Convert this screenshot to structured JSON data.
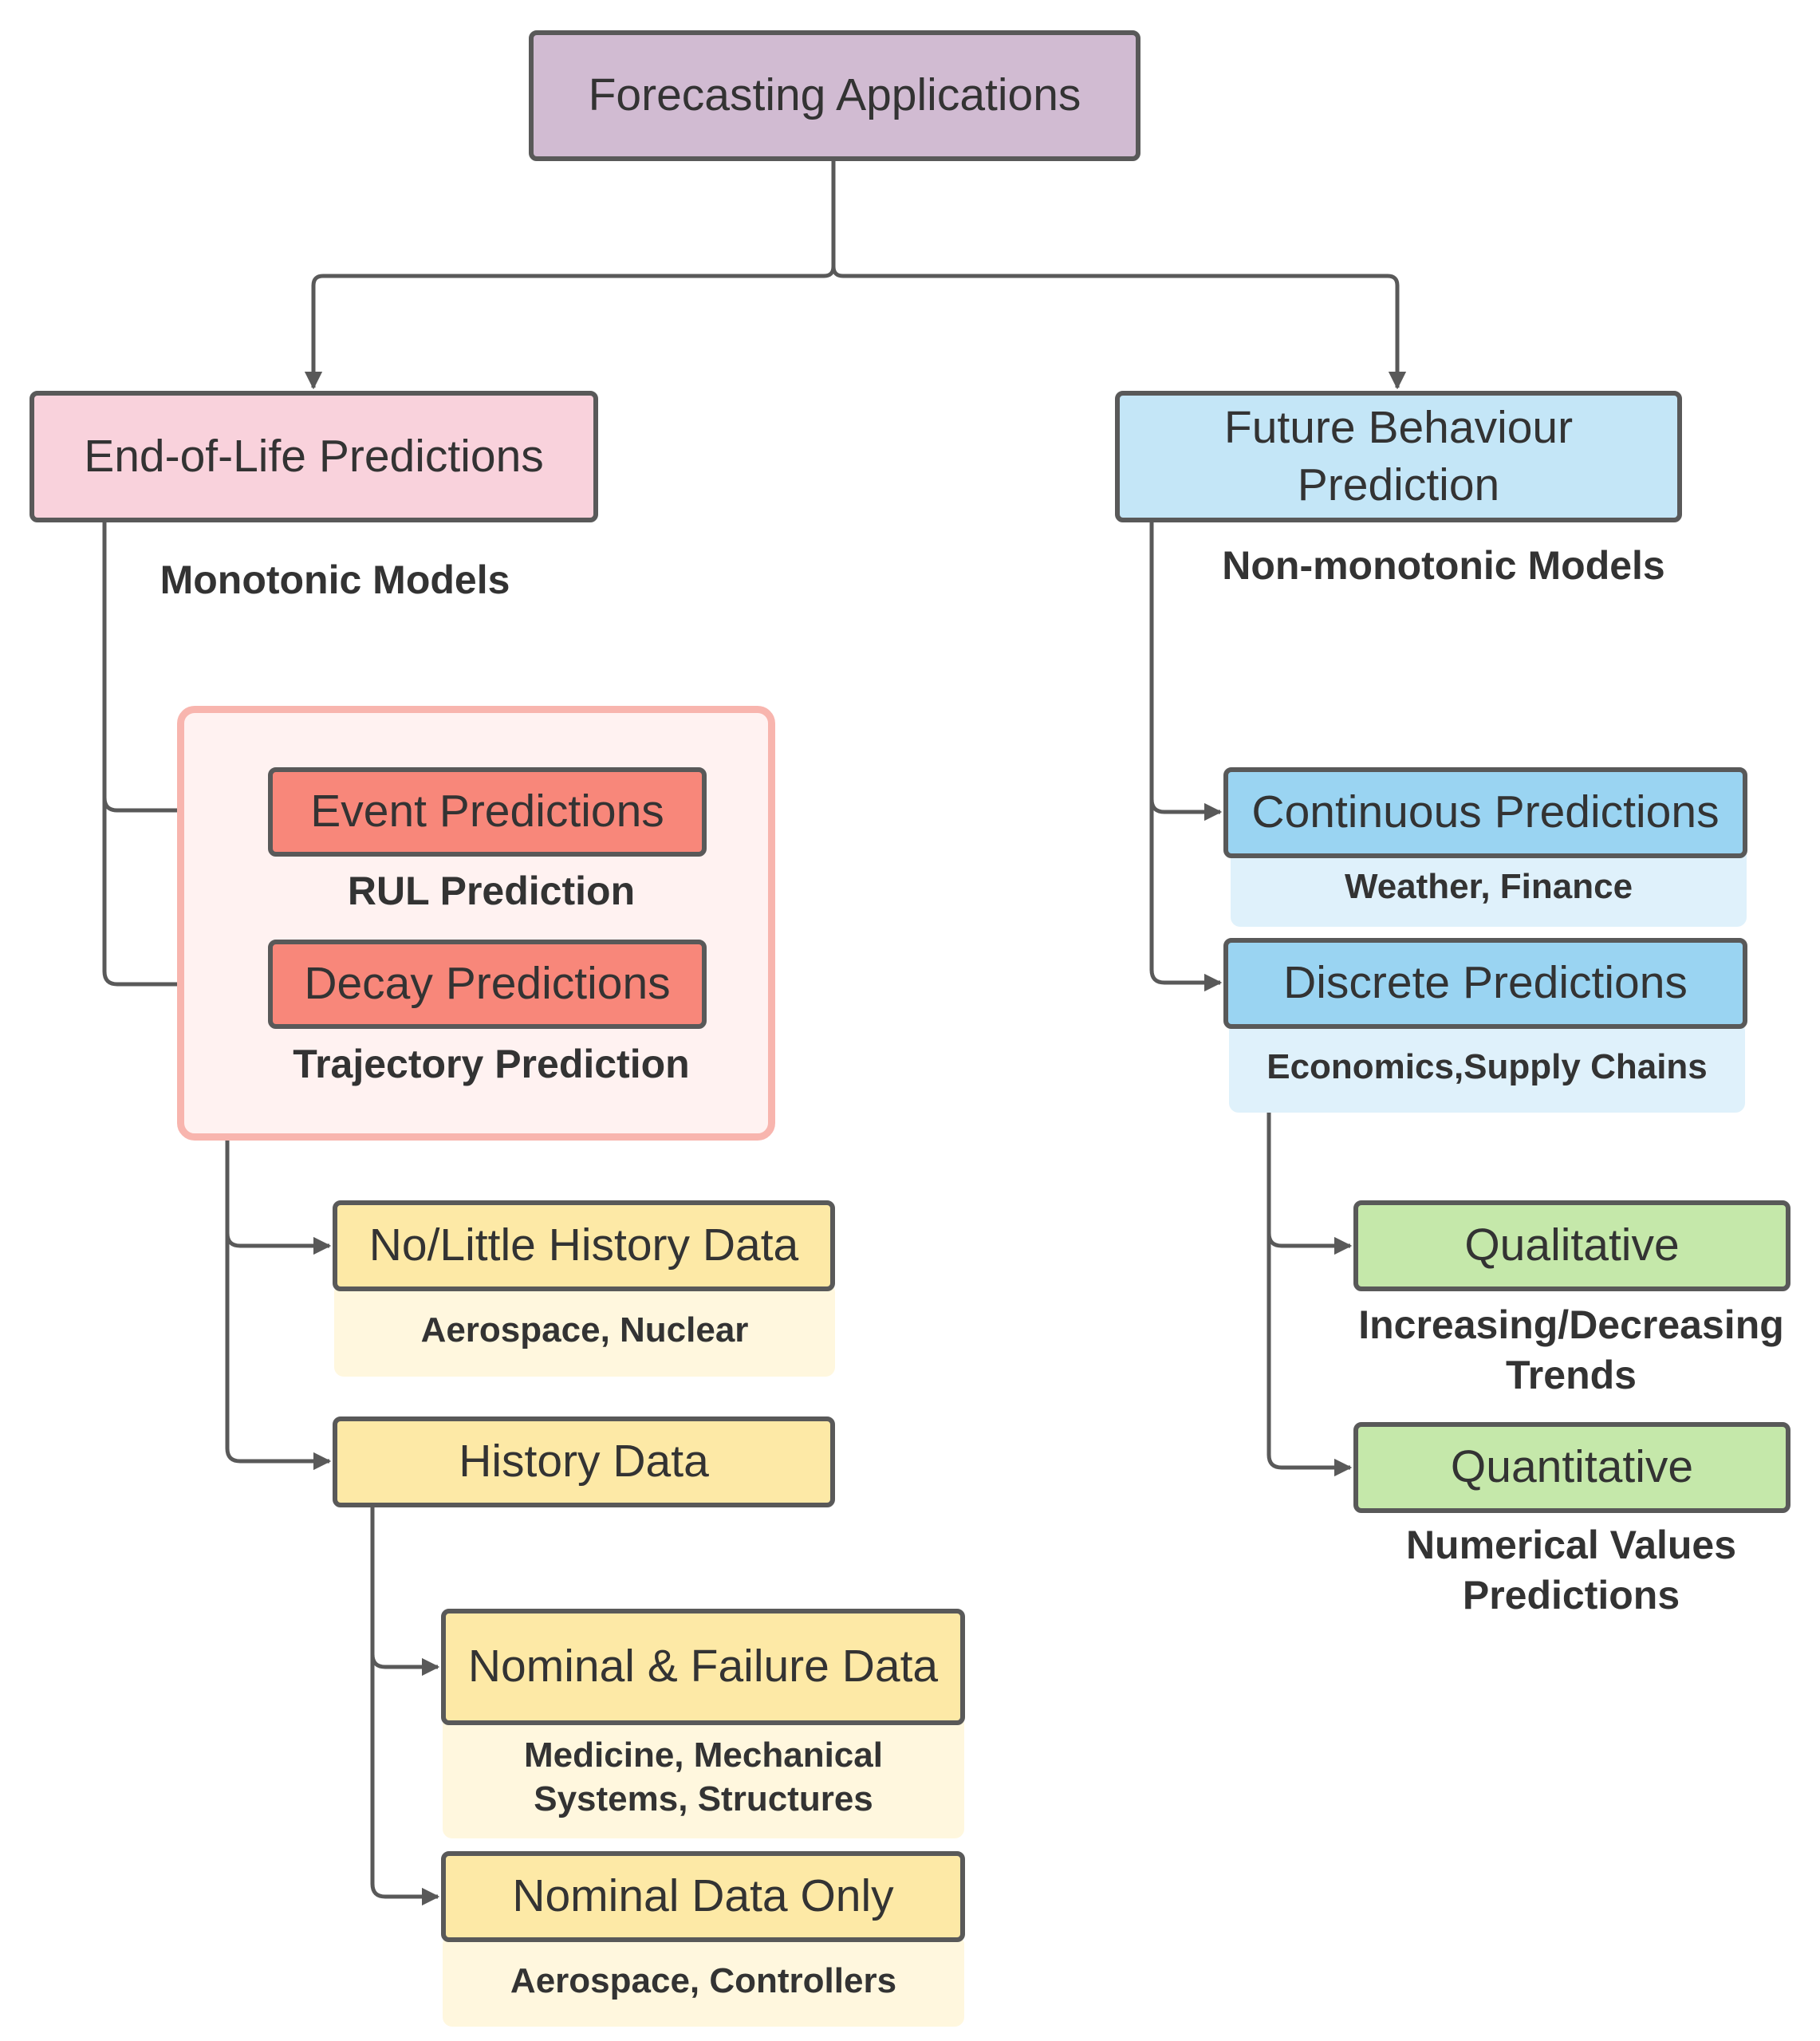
{
  "root": {
    "label": "Forecasting Applications"
  },
  "eol": {
    "label": "End-of-Life Predictions",
    "subtitle": "Monotonic Models",
    "event": {
      "label": "Event Predictions",
      "caption": "RUL Prediction"
    },
    "decay": {
      "label": "Decay Predictions",
      "caption": "Trajectory Prediction"
    },
    "no_history": {
      "label": "No/Little History Data",
      "caption": "Aerospace, Nuclear"
    },
    "history": {
      "label": "History Data"
    },
    "nominal_failure": {
      "label": "Nominal & Failure Data",
      "caption": "Medicine, Mechanical Systems, Structures"
    },
    "nominal_only": {
      "label": "Nominal Data Only",
      "caption": "Aerospace, Controllers"
    }
  },
  "fbp": {
    "label": "Future Behaviour Prediction",
    "subtitle": "Non-monotonic Models",
    "continuous": {
      "label": "Continuous Predictions",
      "caption": "Weather, Finance"
    },
    "discrete": {
      "label": "Discrete Predictions",
      "caption": "Economics,Supply Chains"
    },
    "qualitative": {
      "label": "Qualitative",
      "caption": "Increasing/Decreasing Trends"
    },
    "quantitative": {
      "label": "Quantitative",
      "caption": "Numerical Values Predictions"
    }
  },
  "colors": {
    "line": "#595959",
    "root": "#d1bbd2",
    "eol": "#f9d2dc",
    "fbp": "#c4e6f7",
    "event_decay": "#f8877a",
    "group_border": "#f8b5ae",
    "group_fill": "#fff2f1",
    "continuous_discrete": "#9ad4f2",
    "history_nodes": "#fde9a6",
    "qual_quant": "#c5e8aa"
  }
}
